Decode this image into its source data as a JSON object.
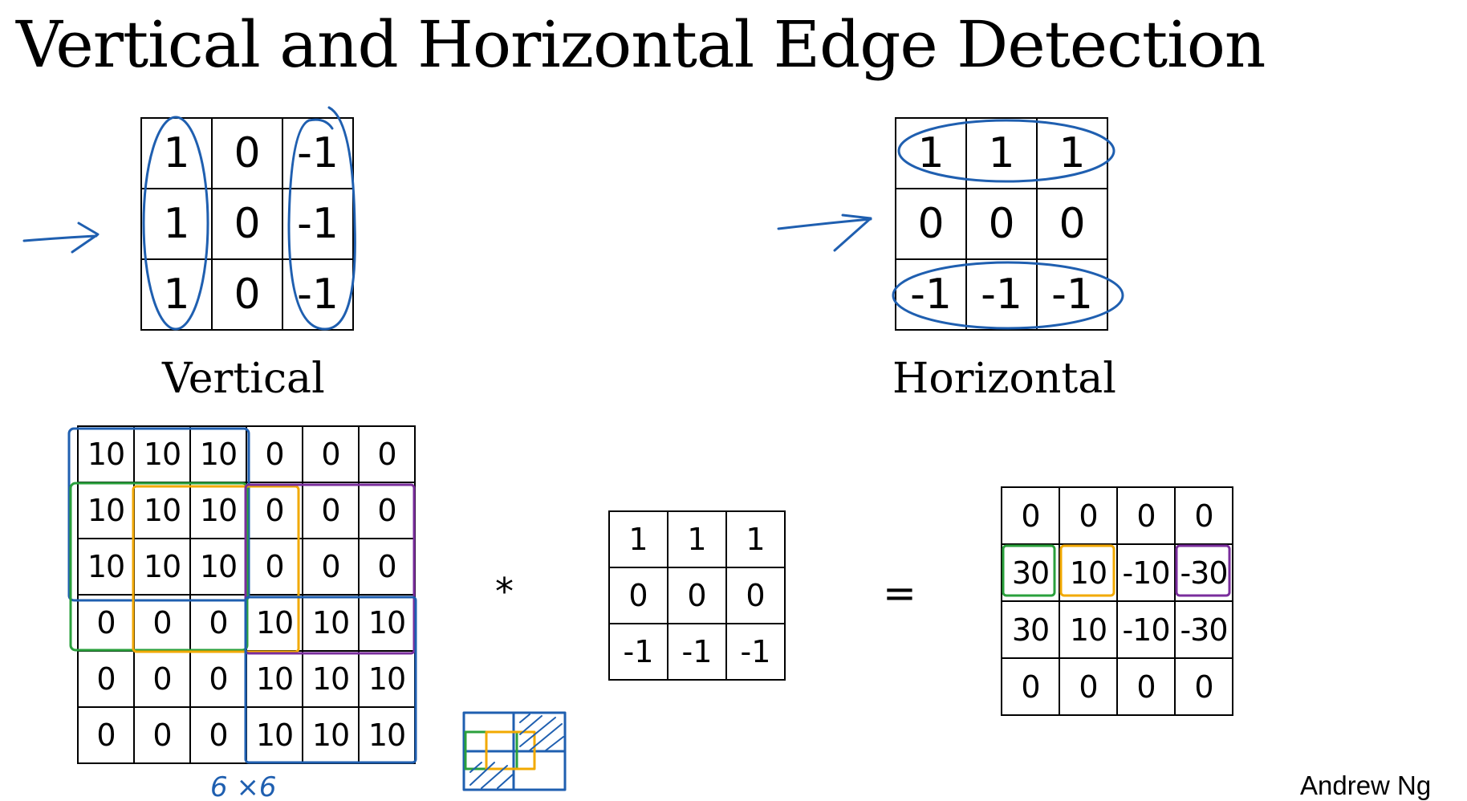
{
  "title": "Vertical and Horizontal Edge Detection",
  "vertical_filter": {
    "caption": "Vertical",
    "rows": [
      [
        "1",
        "0",
        "-1"
      ],
      [
        "1",
        "0",
        "-1"
      ],
      [
        "1",
        "0",
        "-1"
      ]
    ]
  },
  "horizontal_filter": {
    "caption": "Horizontal",
    "rows": [
      [
        "1",
        "1",
        "1"
      ],
      [
        "0",
        "0",
        "0"
      ],
      [
        "-1",
        "-1",
        "-1"
      ]
    ]
  },
  "example": {
    "input_rows": [
      [
        "10",
        "10",
        "10",
        "0",
        "0",
        "0"
      ],
      [
        "10",
        "10",
        "10",
        "0",
        "0",
        "0"
      ],
      [
        "10",
        "10",
        "10",
        "0",
        "0",
        "0"
      ],
      [
        "0",
        "0",
        "0",
        "10",
        "10",
        "10"
      ],
      [
        "0",
        "0",
        "0",
        "10",
        "10",
        "10"
      ],
      [
        "0",
        "0",
        "0",
        "10",
        "10",
        "10"
      ]
    ],
    "input_size_note": "6 ×6",
    "convolve_symbol": "*",
    "filter_rows": [
      [
        "1",
        "1",
        "1"
      ],
      [
        "0",
        "0",
        "0"
      ],
      [
        "-1",
        "-1",
        "-1"
      ]
    ],
    "equals_symbol": "=",
    "output_rows": [
      [
        "0",
        "0",
        "0",
        "0"
      ],
      [
        "30",
        "10",
        "-10",
        "-30"
      ],
      [
        "30",
        "10",
        "-10",
        "-30"
      ],
      [
        "0",
        "0",
        "0",
        "0"
      ]
    ]
  },
  "annotation_colors": {
    "blue": "#1f5fb0",
    "green": "#2aa03c",
    "orange": "#f2a900",
    "purple": "#7a2d9c"
  },
  "author": "Andrew Ng"
}
